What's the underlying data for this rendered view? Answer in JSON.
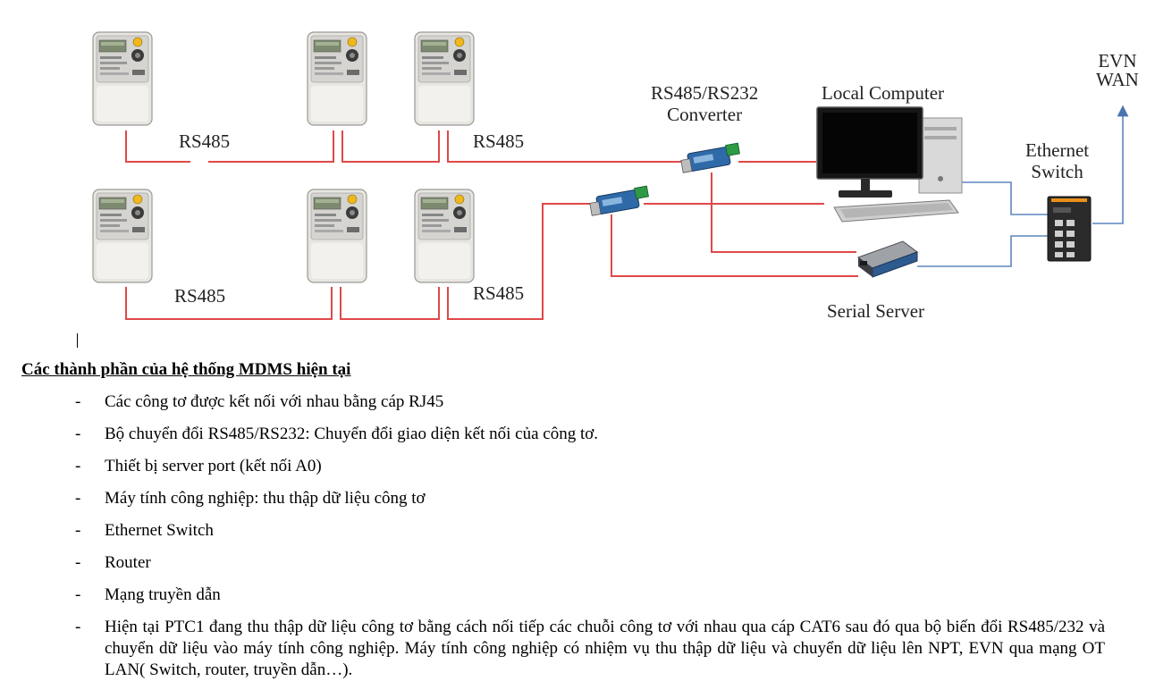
{
  "diagram": {
    "labels": {
      "rs485_top_left": "RS485",
      "rs485_top_right": "RS485",
      "rs485_bottom_left": "RS485",
      "rs485_bottom_right": "RS485",
      "converter_line1": "RS485/RS232",
      "converter_line2": "Converter",
      "local_computer": "Local Computer",
      "switch_line1": "Ethernet",
      "switch_line2": "Switch",
      "evn_line1": "EVN",
      "evn_line2": "WAN",
      "serial_server": "Serial Server"
    },
    "colors": {
      "rs485_cable": "#e04848",
      "ethernet_cable": "#5b86bd"
    }
  },
  "section": {
    "heading": "Các thành phần của hệ thống MDMS hiện tại",
    "bullet_marker": "-",
    "items": [
      "Các công tơ được kết nối với nhau bằng cáp RJ45",
      "Bộ chuyển đổi RS485/RS232: Chuyển đổi giao diện kết nối của công tơ.",
      "Thiết bị server port (kết nối A0)",
      "Máy tính công nghiệp: thu thập dữ liệu công tơ",
      "Ethernet Switch",
      "Router",
      "Mạng truyền dẫn",
      "Hiện tại PTC1 đang thu thập dữ liệu công tơ bằng cách nối tiếp các chuỗi công tơ với nhau qua cáp CAT6 sau đó qua bộ biến đổi RS485/232 và chuyển dữ liệu vào máy tính công nghiệp. Máy tính công nghiệp có nhiệm vụ thu thập dữ liệu và chuyển dữ liệu lên NPT, EVN qua  mạng OT LAN( Switch, router,  truyền dẫn…)."
    ]
  }
}
